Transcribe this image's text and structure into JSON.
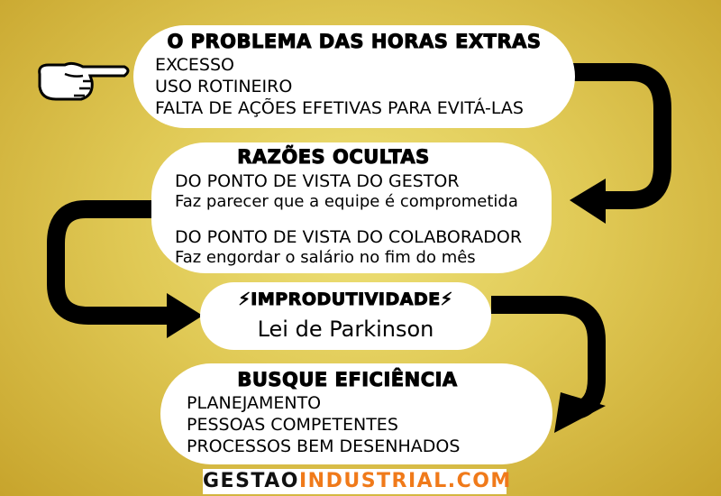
{
  "box1": {
    "title": "O PROBLEMA DAS HORAS EXTRAS",
    "items": [
      "EXCESSO",
      "USO ROTINEIRO",
      "FALTA DE AÇÕES EFETIVAS PARA EVITÁ-LAS"
    ]
  },
  "box2": {
    "title": "RAZÕES OCULTAS",
    "gestor_heading": "DO PONTO DE VISTA DO GESTOR",
    "gestor_text": "Faz parecer que a equipe é comprometida",
    "colab_heading": "DO PONTO DE VISTA DO COLABORADOR",
    "colab_text": "Faz engordar o salário no fim do mês"
  },
  "box3": {
    "title": "IMPRODUTIVIDADE",
    "subtitle": "Lei de Parkinson"
  },
  "box4": {
    "title": "BUSQUE EFICIÊNCIA",
    "items": [
      "PLANEJAMENTO",
      "PESSOAS COMPETENTES",
      "PROCESSOS BEM DESENHADOS"
    ]
  },
  "footer": {
    "brand_part1": "GESTAO",
    "brand_part2": "INDUSTRIAL.COM",
    "brand_color2": "#f07a1a"
  }
}
